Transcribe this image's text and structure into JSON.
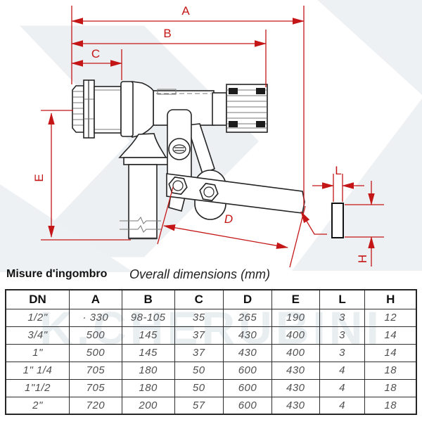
{
  "drawing": {
    "dim_labels": {
      "A": "A",
      "B": "B",
      "C": "C",
      "D": "D",
      "E": "E",
      "L": "L",
      "H": "H"
    }
  },
  "caption": {
    "italian": "Misure d'ingombro",
    "english": "Overall dimensions (mm)"
  },
  "watermark": {
    "text": "K.CHERUBINI"
  },
  "colors": {
    "dimension_red": "#c41616",
    "drawing_line": "#242424"
  },
  "table": {
    "headers": [
      "DN",
      "A",
      "B",
      "C",
      "D",
      "E",
      "L",
      "H"
    ],
    "rows": [
      {
        "cells": [
          "1/2\"",
          "· 330",
          "98-105",
          "35",
          "265",
          "190",
          "3",
          "12"
        ]
      },
      {
        "cells": [
          "3/4\"",
          "500",
          "145",
          "37",
          "430",
          "400",
          "3",
          "14"
        ]
      },
      {
        "cells": [
          "1\"",
          "500",
          "145",
          "37",
          "430",
          "400",
          "3",
          "14"
        ]
      },
      {
        "cells": [
          "1\" 1/4",
          "705",
          "180",
          "50",
          "600",
          "430",
          "4",
          "18"
        ]
      },
      {
        "cells": [
          "1\"1/2",
          "705",
          "180",
          "50",
          "600",
          "430",
          "4",
          "18"
        ]
      },
      {
        "cells": [
          "2\"",
          "720",
          "200",
          "57",
          "600",
          "430",
          "4",
          "18"
        ]
      }
    ]
  }
}
